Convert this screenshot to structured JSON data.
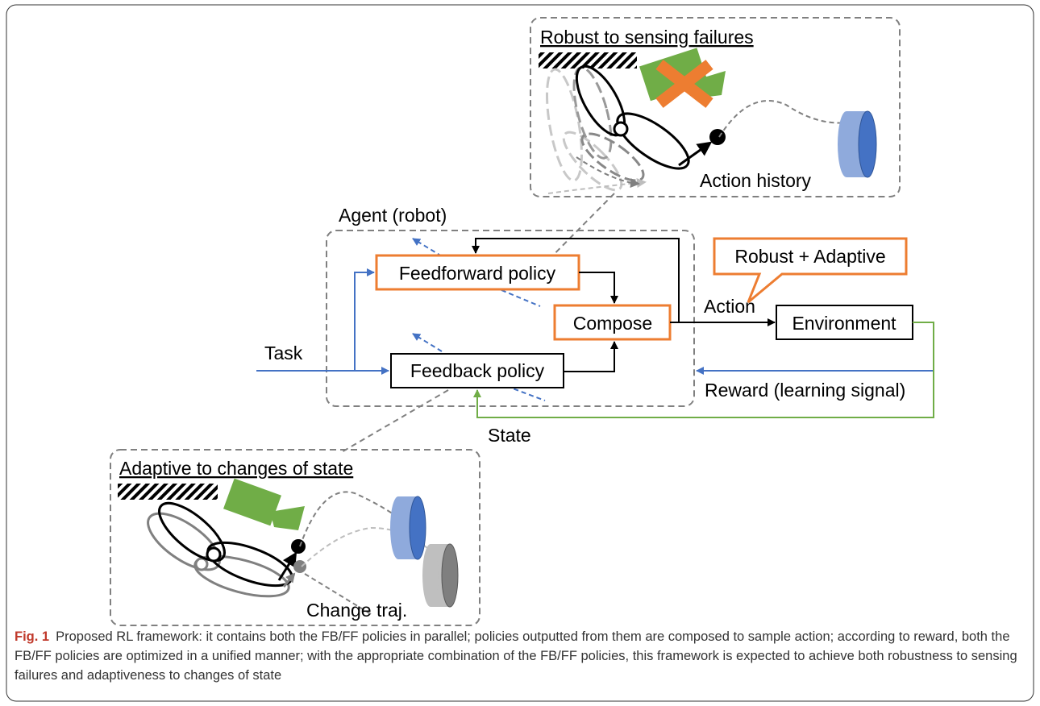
{
  "labels": {
    "robust_title": "Robust to sensing failures",
    "adaptive_title": "Adaptive to changes of state",
    "agent": "Agent (robot)",
    "feedforward": "Feedforward policy",
    "feedback": "Feedback policy",
    "compose": "Compose",
    "environment": "Environment",
    "robust_adaptive": "Robust + Adaptive",
    "action": "Action",
    "task": "Task",
    "reward": "Reward (learning signal)",
    "state": "State",
    "action_history": "Action history",
    "change_traj": "Change traj."
  },
  "caption": {
    "fig_label": "Fig. 1",
    "text": "Proposed RL framework: it contains both the FB/FF policies in parallel; policies outputted from them are composed to sample action; according to reward, both the FB/FF policies are optimized in a unified manner; with the appropriate combination of the FB/FF policies, this framework is expected to achieve both robustness to sensing failures and adaptiveness to changes of state"
  },
  "colors": {
    "orange": "#ed7d31",
    "blue": "#4472c4",
    "green": "#70ad47",
    "gray_dash": "#808080",
    "puck_light": "#8faadc",
    "puck_dark": "#2f5597"
  }
}
